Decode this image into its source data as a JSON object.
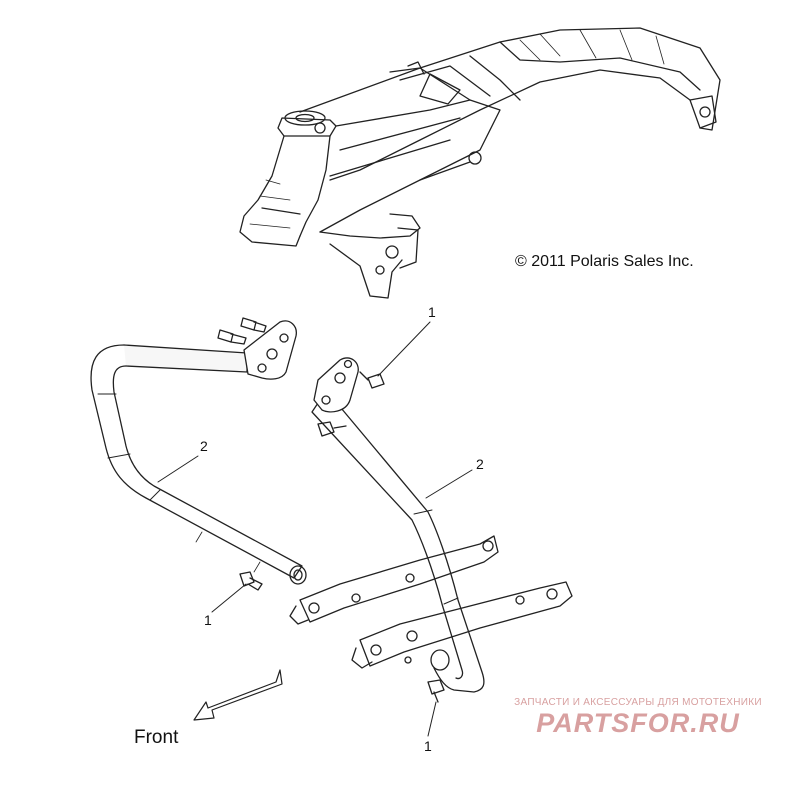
{
  "copyright": "© 2011 Polaris Sales Inc.",
  "front_label": "Front",
  "callouts": {
    "bolt_top_right": "1",
    "bolt_bottom_left": "1",
    "bolt_bottom_right": "1",
    "bar_left": "2",
    "bar_right": "2"
  },
  "watermark": {
    "tagline": "ЗАПЧАСТИ И АКСЕССУАРЫ ДЛЯ МОТОТЕХНИКИ",
    "brand": "PARTSFOR.RU"
  },
  "colors": {
    "line": "#222222",
    "watermark": "#d8a0a0",
    "tube_fill": "#f7f7f7"
  }
}
